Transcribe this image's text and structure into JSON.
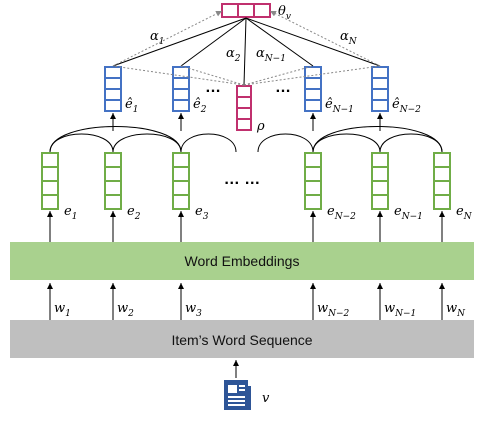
{
  "colors": {
    "green": "#70ad47",
    "green_fill": "#ffffff",
    "blue": "#4472c4",
    "magenta": "#c0306e",
    "embed_bar": "#a9d18e",
    "seq_bar": "#bfbfbf",
    "doc_icon": "#2e5597"
  },
  "bars": {
    "embeddings_label": "Word Embeddings",
    "sequence_label": "Item’s Word Sequence"
  },
  "item": {
    "icon": "document-icon",
    "label": "v"
  },
  "theta": {
    "base": "θ",
    "sub": "v"
  },
  "rho": "ρ",
  "dots": {
    "row_hidden": "… …",
    "row_enc_a": "…",
    "row_enc_b": "…"
  },
  "words": [
    {
      "base": "w",
      "sub": "1"
    },
    {
      "base": "w",
      "sub": "2"
    },
    {
      "base": "w",
      "sub": "3"
    },
    {
      "base": "w",
      "sub": "N−2"
    },
    {
      "base": "w",
      "sub": "N−1"
    },
    {
      "base": "w",
      "sub": "N"
    }
  ],
  "hidden": [
    {
      "base": "e",
      "sub": "1"
    },
    {
      "base": "e",
      "sub": "2"
    },
    {
      "base": "e",
      "sub": "3"
    },
    {
      "base": "e",
      "sub": "N−2"
    },
    {
      "base": "e",
      "sub": "N−1"
    },
    {
      "base": "e",
      "sub": "N"
    }
  ],
  "encoded": [
    {
      "base": "ê",
      "sub": "1"
    },
    {
      "base": "ê",
      "sub": "2"
    },
    {
      "base": "ê",
      "sub": "N−1"
    },
    {
      "base": "ê",
      "sub": "N−2"
    }
  ],
  "attention": [
    {
      "base": "α",
      "sub": "1"
    },
    {
      "base": "α",
      "sub": "2"
    },
    {
      "base": "α",
      "sub": "N−1"
    },
    {
      "base": "α",
      "sub": "N"
    }
  ]
}
